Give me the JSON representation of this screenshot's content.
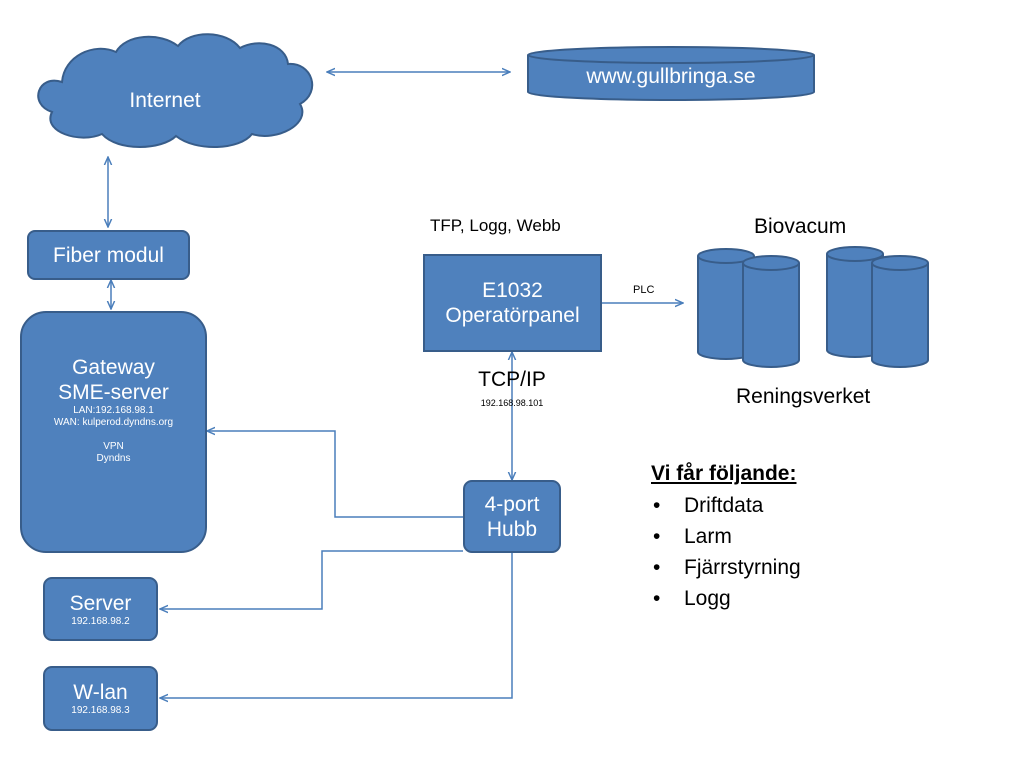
{
  "colors": {
    "fill": "#4f81bd",
    "stroke": "#385d8a",
    "line": "#4a7ebb"
  },
  "internet": {
    "label": "Internet",
    "icon": "cloud-icon"
  },
  "website": {
    "label": "www.gullbringa.se",
    "icon": "database-cylinder-icon"
  },
  "fiber": {
    "label": "Fiber modul"
  },
  "gateway": {
    "title1": "Gateway",
    "title2": "SME-server",
    "lan": "LAN:192.168.98.1",
    "wan": "WAN: kulperod.dyndns.org",
    "vpn": "VPN",
    "dyndns": "Dyndns"
  },
  "panel": {
    "above_label": "TFP, Logg, Webb",
    "title1": "E1032",
    "title2": "Operatörpanel",
    "below_label": "TCP/IP",
    "below_ip": "192.168.98.101"
  },
  "plc_label": "PLC",
  "biovacum": {
    "top_label": "Biovacum",
    "bottom_label": "Reningsverket",
    "icon": "tank-cylinders-icon"
  },
  "hub": {
    "line1": "4-port",
    "line2": "Hubb"
  },
  "server": {
    "label": "Server",
    "ip": "192.168.98.2"
  },
  "wlan": {
    "label": "W-lan",
    "ip": "192.168.98.3"
  },
  "features": {
    "heading": "Vi får följande:",
    "items": [
      "Driftdata",
      "Larm",
      "Fjärrstyrning",
      "Logg"
    ]
  }
}
